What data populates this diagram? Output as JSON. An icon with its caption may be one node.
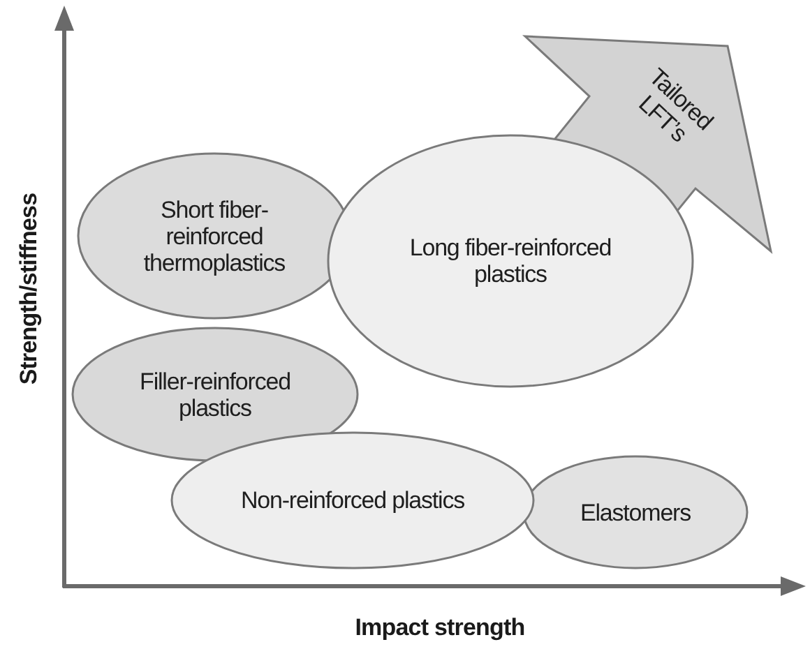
{
  "diagram": {
    "nodes": [
      {
        "text": [
          "Tailored LFT’s"
        ]
      },
      {
        "text": [
          "Short fiber-reinforced thermoplastics"
        ]
      },
      {
        "text": [
          "Long fiber-reinforced plastics"
        ]
      },
      {
        "text": [
          "Filler-reinforced plastics"
        ]
      },
      {
        "text": [
          "Non-reinforced plastics"
        ]
      },
      {
        "text": [
          "Elastomers"
        ]
      }
    ],
    "labels": [
      "Strength/stiffness",
      "Impact strength"
    ]
  }
}
